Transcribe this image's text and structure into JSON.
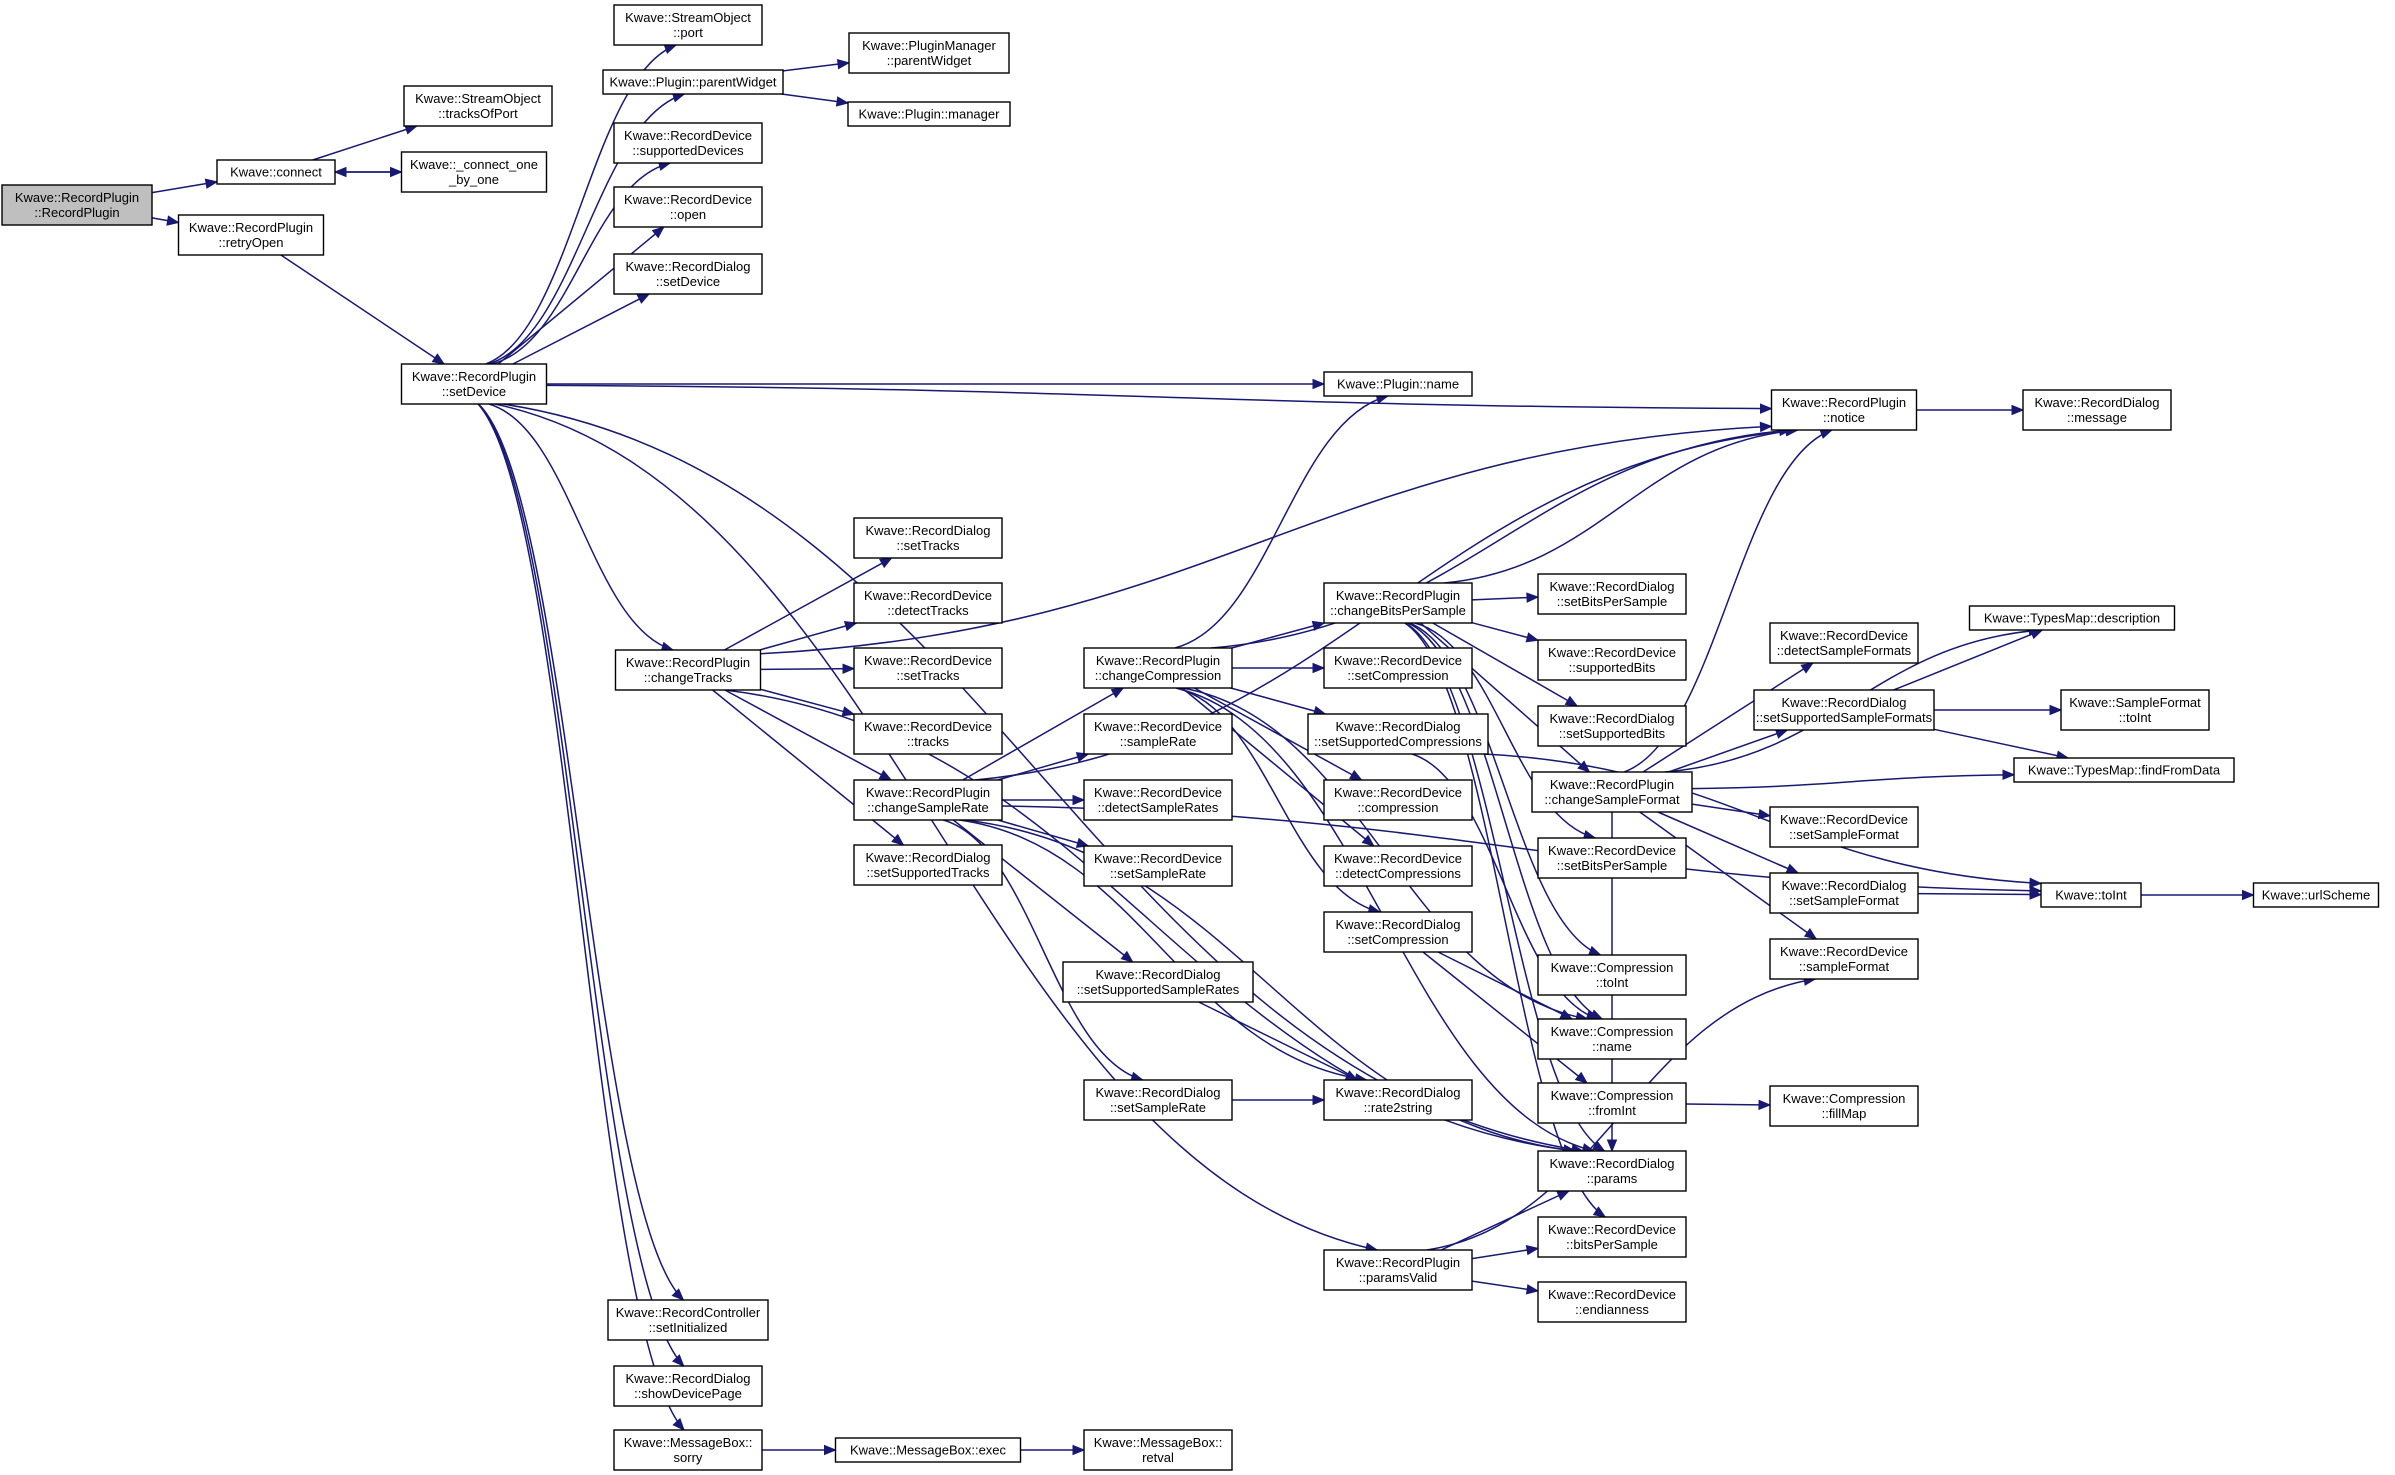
{
  "graph": {
    "title": "",
    "nodes": [
      {
        "id": "root",
        "lines": [
          "Kwave::RecordPlugin",
          "::RecordPlugin"
        ],
        "highlighted": true
      },
      {
        "id": "connect",
        "lines": [
          "Kwave::connect"
        ]
      },
      {
        "id": "retryOpen",
        "lines": [
          "Kwave::RecordPlugin",
          "::retryOpen"
        ]
      },
      {
        "id": "tracksOfPort",
        "lines": [
          "Kwave::StreamObject",
          "::tracksOfPort"
        ]
      },
      {
        "id": "connectOne",
        "lines": [
          "Kwave::_connect_one",
          "_by_one"
        ]
      },
      {
        "id": "setDevice",
        "lines": [
          "Kwave::RecordPlugin",
          "::setDevice"
        ]
      },
      {
        "id": "port",
        "lines": [
          "Kwave::StreamObject",
          "::port"
        ]
      },
      {
        "id": "parentWidget",
        "lines": [
          "Kwave::Plugin::parentWidget"
        ]
      },
      {
        "id": "pmParentWidget",
        "lines": [
          "Kwave::PluginManager",
          "::parentWidget"
        ]
      },
      {
        "id": "manager",
        "lines": [
          "Kwave::Plugin::manager"
        ]
      },
      {
        "id": "supportedDevices",
        "lines": [
          "Kwave::RecordDevice",
          "::supportedDevices"
        ]
      },
      {
        "id": "open",
        "lines": [
          "Kwave::RecordDevice",
          "::open"
        ]
      },
      {
        "id": "dlgSetDevice",
        "lines": [
          "Kwave::RecordDialog",
          "::setDevice"
        ]
      },
      {
        "id": "pluginName",
        "lines": [
          "Kwave::Plugin::name"
        ]
      },
      {
        "id": "notice",
        "lines": [
          "Kwave::RecordPlugin",
          "::notice"
        ]
      },
      {
        "id": "message",
        "lines": [
          "Kwave::RecordDialog",
          "::message"
        ]
      },
      {
        "id": "changeTracks",
        "lines": [
          "Kwave::RecordPlugin",
          "::changeTracks"
        ]
      },
      {
        "id": "dlgSetTracks",
        "lines": [
          "Kwave::RecordDialog",
          "::setTracks"
        ]
      },
      {
        "id": "detectTracks",
        "lines": [
          "Kwave::RecordDevice",
          "::detectTracks"
        ]
      },
      {
        "id": "devSetTracks",
        "lines": [
          "Kwave::RecordDevice",
          "::setTracks"
        ]
      },
      {
        "id": "tracks",
        "lines": [
          "Kwave::RecordDevice",
          "::tracks"
        ]
      },
      {
        "id": "changeSampleRate",
        "lines": [
          "Kwave::RecordPlugin",
          "::changeSampleRate"
        ]
      },
      {
        "id": "setSupportedTracks",
        "lines": [
          "Kwave::RecordDialog",
          "::setSupportedTracks"
        ]
      },
      {
        "id": "changeCompression",
        "lines": [
          "Kwave::RecordPlugin",
          "::changeCompression"
        ]
      },
      {
        "id": "sampleRate",
        "lines": [
          "Kwave::RecordDevice",
          "::sampleRate"
        ]
      },
      {
        "id": "detectSampleRates",
        "lines": [
          "Kwave::RecordDevice",
          "::detectSampleRates"
        ]
      },
      {
        "id": "devSetSampleRate",
        "lines": [
          "Kwave::RecordDevice",
          "::setSampleRate"
        ]
      },
      {
        "id": "setSupportedSampleRates",
        "lines": [
          "Kwave::RecordDialog",
          "::setSupportedSampleRates"
        ]
      },
      {
        "id": "dlgSetSampleRate",
        "lines": [
          "Kwave::RecordDialog",
          "::setSampleRate"
        ]
      },
      {
        "id": "rate2string",
        "lines": [
          "Kwave::RecordDialog",
          "::rate2string"
        ]
      },
      {
        "id": "changeBitsPerSample",
        "lines": [
          "Kwave::RecordPlugin",
          "::changeBitsPerSample"
        ]
      },
      {
        "id": "devSetCompression",
        "lines": [
          "Kwave::RecordDevice",
          "::setCompression"
        ]
      },
      {
        "id": "setSupportedCompressions",
        "lines": [
          "Kwave::RecordDialog",
          "::setSupportedCompressions"
        ]
      },
      {
        "id": "compression",
        "lines": [
          "Kwave::RecordDevice",
          "::compression"
        ]
      },
      {
        "id": "detectCompressions",
        "lines": [
          "Kwave::RecordDevice",
          "::detectCompressions"
        ]
      },
      {
        "id": "dlgSetCompression",
        "lines": [
          "Kwave::RecordDialog",
          "::setCompression"
        ]
      },
      {
        "id": "paramsValid",
        "lines": [
          "Kwave::RecordPlugin",
          "::paramsValid"
        ]
      },
      {
        "id": "dlgSetBitsPerSample",
        "lines": [
          "Kwave::RecordDialog",
          "::setBitsPerSample"
        ]
      },
      {
        "id": "supportedBits",
        "lines": [
          "Kwave::RecordDevice",
          "::supportedBits"
        ]
      },
      {
        "id": "setSupportedBits",
        "lines": [
          "Kwave::RecordDialog",
          "::setSupportedBits"
        ]
      },
      {
        "id": "changeSampleFormat",
        "lines": [
          "Kwave::RecordPlugin",
          "::changeSampleFormat"
        ]
      },
      {
        "id": "devSetBitsPerSample",
        "lines": [
          "Kwave::RecordDevice",
          "::setBitsPerSample"
        ]
      },
      {
        "id": "compToInt",
        "lines": [
          "Kwave::Compression",
          "::toInt"
        ]
      },
      {
        "id": "compName",
        "lines": [
          "Kwave::Compression",
          "::name"
        ]
      },
      {
        "id": "fromInt",
        "lines": [
          "Kwave::Compression",
          "::fromInt"
        ]
      },
      {
        "id": "params",
        "lines": [
          "Kwave::RecordDialog",
          "::params"
        ]
      },
      {
        "id": "bitsPerSample",
        "lines": [
          "Kwave::RecordDevice",
          "::bitsPerSample"
        ]
      },
      {
        "id": "endianness",
        "lines": [
          "Kwave::RecordDevice",
          "::endianness"
        ]
      },
      {
        "id": "detectSampleFormats",
        "lines": [
          "Kwave::RecordDevice",
          "::detectSampleFormats"
        ]
      },
      {
        "id": "setSupportedSampleFormats",
        "lines": [
          "Kwave::RecordDialog",
          "::setSupportedSampleFormats"
        ]
      },
      {
        "id": "devSetSampleFormat",
        "lines": [
          "Kwave::RecordDevice",
          "::setSampleFormat"
        ]
      },
      {
        "id": "dlgSetSampleFormat",
        "lines": [
          "Kwave::RecordDialog",
          "::setSampleFormat"
        ]
      },
      {
        "id": "sampleFormat",
        "lines": [
          "Kwave::RecordDevice",
          "::sampleFormat"
        ]
      },
      {
        "id": "fillMap",
        "lines": [
          "Kwave::Compression",
          "::fillMap"
        ]
      },
      {
        "id": "description",
        "lines": [
          "Kwave::TypesMap::description"
        ]
      },
      {
        "id": "sfToInt",
        "lines": [
          "Kwave::SampleFormat",
          "::toInt"
        ]
      },
      {
        "id": "findFromData",
        "lines": [
          "Kwave::TypesMap::findFromData"
        ]
      },
      {
        "id": "toInt",
        "lines": [
          "Kwave::toInt"
        ]
      },
      {
        "id": "urlScheme",
        "lines": [
          "Kwave::urlScheme"
        ]
      },
      {
        "id": "setInitialized",
        "lines": [
          "Kwave::RecordController",
          "::setInitialized"
        ]
      },
      {
        "id": "showDevicePage",
        "lines": [
          "Kwave::RecordDialog",
          "::showDevicePage"
        ]
      },
      {
        "id": "sorry",
        "lines": [
          "Kwave::MessageBox::",
          "sorry"
        ]
      },
      {
        "id": "exec",
        "lines": [
          "Kwave::MessageBox::exec"
        ]
      },
      {
        "id": "retval",
        "lines": [
          "Kwave::MessageBox::",
          "retval"
        ]
      }
    ],
    "edges": [
      [
        "root",
        "connect"
      ],
      [
        "root",
        "retryOpen"
      ],
      [
        "connect",
        "tracksOfPort"
      ],
      [
        "connect",
        "connectOne"
      ],
      [
        "connectOne",
        "connect"
      ],
      [
        "retryOpen",
        "setDevice"
      ],
      [
        "setDevice",
        "port"
      ],
      [
        "setDevice",
        "parentWidget"
      ],
      [
        "setDevice",
        "supportedDevices"
      ],
      [
        "setDevice",
        "open"
      ],
      [
        "setDevice",
        "dlgSetDevice"
      ],
      [
        "setDevice",
        "notice"
      ],
      [
        "setDevice",
        "pluginName"
      ],
      [
        "setDevice",
        "changeTracks"
      ],
      [
        "setDevice",
        "params"
      ],
      [
        "setDevice",
        "paramsValid"
      ],
      [
        "setDevice",
        "setInitialized"
      ],
      [
        "setDevice",
        "showDevicePage"
      ],
      [
        "setDevice",
        "sorry"
      ],
      [
        "parentWidget",
        "pmParentWidget"
      ],
      [
        "parentWidget",
        "manager"
      ],
      [
        "notice",
        "message"
      ],
      [
        "changeTracks",
        "notice"
      ],
      [
        "changeTracks",
        "dlgSetTracks"
      ],
      [
        "changeTracks",
        "detectTracks"
      ],
      [
        "changeTracks",
        "devSetTracks"
      ],
      [
        "changeTracks",
        "tracks"
      ],
      [
        "changeTracks",
        "changeSampleRate"
      ],
      [
        "changeTracks",
        "setSupportedTracks"
      ],
      [
        "changeTracks",
        "params"
      ],
      [
        "changeSampleRate",
        "notice"
      ],
      [
        "changeSampleRate",
        "toInt"
      ],
      [
        "changeSampleRate",
        "changeCompression"
      ],
      [
        "changeSampleRate",
        "sampleRate"
      ],
      [
        "changeSampleRate",
        "detectSampleRates"
      ],
      [
        "changeSampleRate",
        "devSetSampleRate"
      ],
      [
        "changeSampleRate",
        "setSupportedSampleRates"
      ],
      [
        "changeSampleRate",
        "dlgSetSampleRate"
      ],
      [
        "changeSampleRate",
        "rate2string"
      ],
      [
        "changeSampleRate",
        "params"
      ],
      [
        "changeCompression",
        "pluginName"
      ],
      [
        "changeCompression",
        "notice"
      ],
      [
        "changeCompression",
        "changeBitsPerSample"
      ],
      [
        "changeCompression",
        "devSetCompression"
      ],
      [
        "changeCompression",
        "setSupportedCompressions"
      ],
      [
        "changeCompression",
        "compression"
      ],
      [
        "changeCompression",
        "detectCompressions"
      ],
      [
        "changeCompression",
        "dlgSetCompression"
      ],
      [
        "changeCompression",
        "compName"
      ],
      [
        "changeCompression",
        "params"
      ],
      [
        "setSupportedSampleRates",
        "rate2string"
      ],
      [
        "dlgSetSampleRate",
        "rate2string"
      ],
      [
        "setSupportedCompressions",
        "compName"
      ],
      [
        "setSupportedCompressions",
        "toInt"
      ],
      [
        "dlgSetCompression",
        "compName"
      ],
      [
        "dlgSetCompression",
        "fromInt"
      ],
      [
        "changeBitsPerSample",
        "notice"
      ],
      [
        "changeBitsPerSample",
        "dlgSetBitsPerSample"
      ],
      [
        "changeBitsPerSample",
        "supportedBits"
      ],
      [
        "changeBitsPerSample",
        "setSupportedBits"
      ],
      [
        "changeBitsPerSample",
        "changeSampleFormat"
      ],
      [
        "changeBitsPerSample",
        "devSetBitsPerSample"
      ],
      [
        "changeBitsPerSample",
        "params"
      ],
      [
        "changeBitsPerSample",
        "bitsPerSample"
      ],
      [
        "changeBitsPerSample",
        "compToInt"
      ],
      [
        "changeBitsPerSample",
        "compName"
      ],
      [
        "changeSampleFormat",
        "notice"
      ],
      [
        "changeSampleFormat",
        "description"
      ],
      [
        "changeSampleFormat",
        "detectSampleFormats"
      ],
      [
        "changeSampleFormat",
        "setSupportedSampleFormats"
      ],
      [
        "changeSampleFormat",
        "findFromData"
      ],
      [
        "changeSampleFormat",
        "devSetSampleFormat"
      ],
      [
        "changeSampleFormat",
        "dlgSetSampleFormat"
      ],
      [
        "changeSampleFormat",
        "sampleFormat"
      ],
      [
        "changeSampleFormat",
        "params"
      ],
      [
        "setSupportedSampleFormats",
        "description"
      ],
      [
        "setSupportedSampleFormats",
        "sfToInt"
      ],
      [
        "setSupportedSampleFormats",
        "findFromData"
      ],
      [
        "dlgSetSampleFormat",
        "toInt"
      ],
      [
        "toInt",
        "urlScheme"
      ],
      [
        "fromInt",
        "fillMap"
      ],
      [
        "paramsValid",
        "params"
      ],
      [
        "paramsValid",
        "bitsPerSample"
      ],
      [
        "paramsValid",
        "endianness"
      ],
      [
        "paramsValid",
        "sampleFormat"
      ],
      [
        "sorry",
        "exec"
      ],
      [
        "exec",
        "retval"
      ]
    ]
  }
}
